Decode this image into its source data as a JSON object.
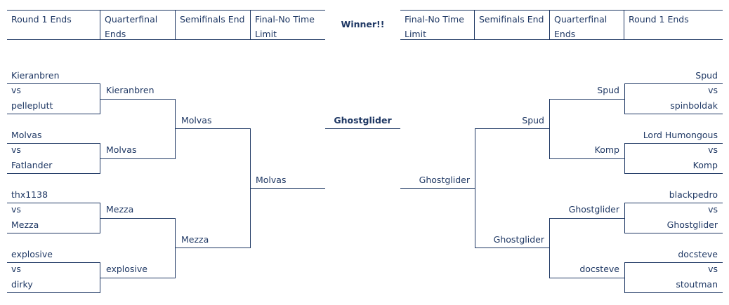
{
  "headers": {
    "left": [
      "Round 1 Ends",
      "Quarterfinal Ends",
      "Semifinals End",
      "Final-No Time Limit"
    ],
    "winner": "Winner!!",
    "right": [
      "Final-No Time Limit",
      "Semifinals End",
      "Quarterfinal Ends",
      "Round 1 Ends"
    ]
  },
  "left": {
    "round1": [
      {
        "a": "Kieranbren",
        "vs": "vs",
        "b": "pelleplutt"
      },
      {
        "a": "Molvas",
        "vs": "vs",
        "b": "Fatlander"
      },
      {
        "a": "thx1138",
        "vs": "vs",
        "b": "Mezza"
      },
      {
        "a": "explosive",
        "vs": "vs",
        "b": "dirky"
      }
    ],
    "quarter": [
      "Kieranbren",
      "Molvas",
      "Mezza",
      "explosive"
    ],
    "semi": [
      "Molvas",
      "Mezza"
    ],
    "final": "Molvas"
  },
  "winner": "Ghostglider",
  "right": {
    "round1": [
      {
        "a": "Spud",
        "vs": "vs",
        "b": "spinboldak"
      },
      {
        "a": "Lord Humongous",
        "vs": "vs",
        "b": "Komp"
      },
      {
        "a": "blackpedro",
        "vs": "vs",
        "b": "Ghostglider"
      },
      {
        "a": "docsteve",
        "vs": "vs",
        "b": "stoutman"
      }
    ],
    "quarter": [
      "Spud",
      "Komp",
      "Ghostglider",
      "docsteve"
    ],
    "semi": [
      "Spud",
      "Ghostglider"
    ],
    "final": "Ghostglider"
  },
  "colors": {
    "line": "#1f3864",
    "text": "#1f3864"
  }
}
